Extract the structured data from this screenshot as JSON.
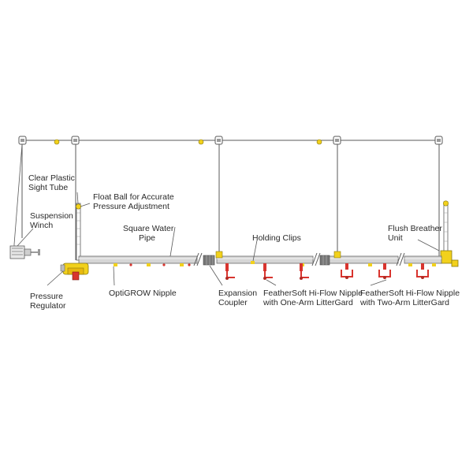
{
  "labels": {
    "sight_tube": [
      "Clear Plastic",
      "Sight Tube"
    ],
    "float_ball": [
      "Float Ball for Accurate",
      "Pressure Adjustment"
    ],
    "suspension_winch": [
      "Suspension",
      "Winch"
    ],
    "square_pipe": [
      "Square Water",
      "Pipe"
    ],
    "holding_clips": "Holding Clips",
    "flush_breather": [
      "Flush Breather",
      "Unit"
    ],
    "pressure_regulator": [
      "Pressure",
      "Regulator"
    ],
    "optigrow_nipple": "OptiGROW Nipple",
    "expansion_coupler": [
      "Expansion",
      "Coupler"
    ],
    "feathersoft_one_arm": [
      "FeatherSoft Hi-Flow Nipple",
      "with One-Arm LitterGard"
    ],
    "feathersoft_two_arm": [
      "FeatherSoft Hi-Flow Nipple",
      "with Two-Arm LitterGard"
    ]
  },
  "colors": {
    "line": "#5a5a5a",
    "pipe": "#d6d6d6",
    "accent_yellow": "#f2d11c",
    "accent_red": "#d8342e",
    "coupler": "#777777"
  }
}
